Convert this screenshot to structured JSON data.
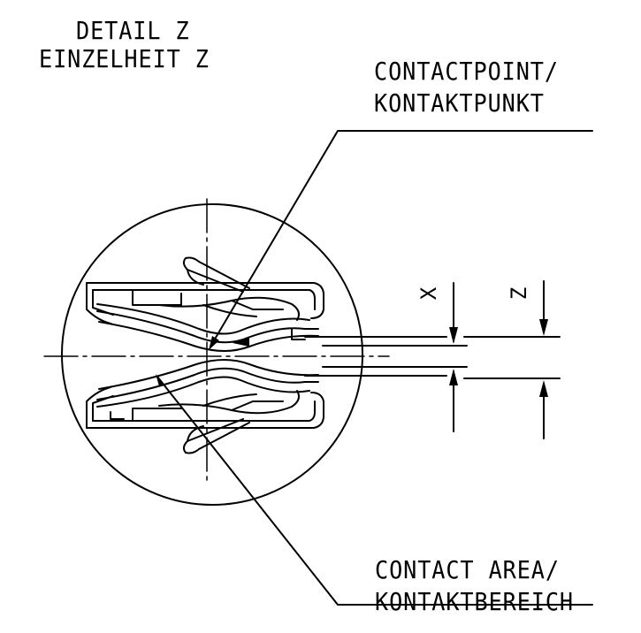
{
  "detail": {
    "title_en": "DETAIL Z",
    "title_de": "EINZELHEIT Z"
  },
  "contact_point": {
    "en": "CONTACTPOINT/",
    "de": "KONTAKTPUNKT"
  },
  "contact_area": {
    "en": "CONTACT AREA/",
    "de": "KONTAKTBEREICH"
  },
  "dimensions": {
    "x": "X",
    "z": "Z"
  }
}
